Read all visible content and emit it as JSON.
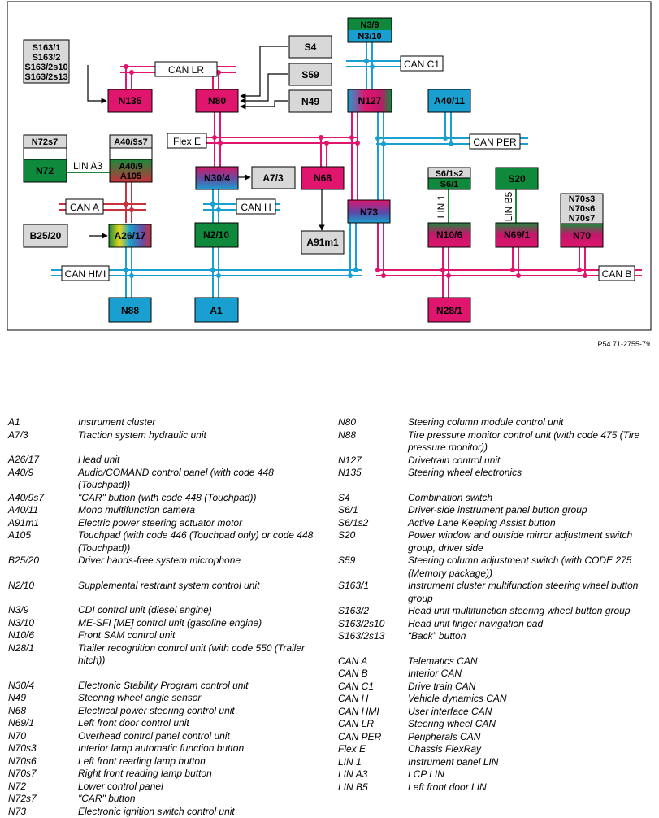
{
  "figure_ref": "P54.71-2755-79",
  "colors": {
    "can_cyan": "#1aa0d0",
    "can_magenta": "#e0156e",
    "can_red": "#c8323c",
    "lin_green": "#1a8a3a",
    "box_gray": "#d8d8d8",
    "box_magenta": "#e0156e",
    "box_cyan": "#1aa0d0",
    "box_green": "#0f8a3c"
  },
  "nodes": {
    "N3_9": "N3/9",
    "N3_10": "N3/10",
    "S163_1": "S163/1",
    "S163_2": "S163/2",
    "S163_2s10": "S163/2s10",
    "S163_2s13": "S163/2s13",
    "S4": "S4",
    "S59": "S59",
    "N49": "N49",
    "N135": "N135",
    "N80": "N80",
    "N127": "N127",
    "A40_11": "A40/11",
    "N72s7": "N72s7",
    "N72": "N72",
    "A40_9s7": "A40/9s7",
    "A40_9": "A40/9",
    "A105": "A105",
    "N30_4": "N30/4",
    "A7_3": "A7/3",
    "N68": "N68",
    "S6_1s2": "S6/1s2",
    "S6_1": "S6/1",
    "S20": "S20",
    "N73": "N73",
    "N70s3": "N70s3",
    "N70s6": "N70s6",
    "N70s7": "N70s7",
    "B25_20": "B25/20",
    "A26_17": "A26/17",
    "N2_10": "N2/10",
    "A91m1": "A91m1",
    "N10_6": "N10/6",
    "N69_1": "N69/1",
    "N70": "N70",
    "N88": "N88",
    "A1": "A1",
    "N28_1": "N28/1"
  },
  "buses": {
    "can_lr": "CAN LR",
    "can_c1": "CAN C1",
    "flex_e": "Flex E",
    "can_per": "CAN PER",
    "can_a": "CAN A",
    "can_h": "CAN H",
    "can_hmi": "CAN HMI",
    "can_b": "CAN B",
    "lin_a3": "LIN A3",
    "lin_1": "LIN 1",
    "lin_b5": "LIN B5"
  },
  "legend_left": [
    {
      "code": "A1",
      "desc": "Instrument cluster"
    },
    {
      "code": "A7/3",
      "desc": "Traction system hydraulic unit"
    },
    {
      "code": "A26/17",
      "desc": "Head unit"
    },
    {
      "code": "A40/9",
      "desc": "Audio/COMAND control panel (with code 448 (Touchpad))"
    },
    {
      "code": "A40/9s7",
      "desc": "\"CAR\" button (with code 448 (Touchpad))"
    },
    {
      "code": "A40/11",
      "desc": "Mono multifunction camera"
    },
    {
      "code": "A91m1",
      "desc": "Electric power steering actuator motor"
    },
    {
      "code": "A105",
      "desc": "Touchpad (with code 446 (Touchpad only) or code 448 (Touchpad))"
    },
    {
      "code": "B25/20",
      "desc": "Driver hands-free system microphone"
    },
    {
      "code": "N2/10",
      "desc": "Supplemental restraint system control unit"
    },
    {
      "code": "N3/9",
      "desc": "CDI control unit (diesel engine)"
    },
    {
      "code": "N3/10",
      "desc": "ME-SFI [ME] control unit (gasoline engine)"
    },
    {
      "code": "N10/6",
      "desc": "Front SAM control unit"
    },
    {
      "code": "N28/1",
      "desc": "Trailer recognition control unit (with code 550 (Trailer hitch))"
    },
    {
      "code": "N30/4",
      "desc": "Electronic Stability Program control unit"
    },
    {
      "code": "N49",
      "desc": "Steering wheel angle sensor"
    },
    {
      "code": "N68",
      "desc": "Electrical power steering control unit"
    },
    {
      "code": "N69/1",
      "desc": "Left front door control unit"
    },
    {
      "code": "N70",
      "desc": "Overhead control panel control unit"
    },
    {
      "code": "N70s3",
      "desc": "Interior lamp automatic function button"
    },
    {
      "code": "N70s6",
      "desc": "Left front reading lamp button"
    },
    {
      "code": "N70s7",
      "desc": "Right front reading lamp button"
    },
    {
      "code": "N72",
      "desc": "Lower control panel"
    },
    {
      "code": "N72s7",
      "desc": "\"CAR\" button"
    },
    {
      "code": "N73",
      "desc": "Electronic ignition switch control unit"
    }
  ],
  "legend_right": [
    {
      "code": "N80",
      "desc": "Steering column module control unit"
    },
    {
      "code": "N88",
      "desc": "Tire pressure monitor control unit (with code 475 (Tire pressure monitor))"
    },
    {
      "code": "N127",
      "desc": "Drivetrain control unit"
    },
    {
      "code": "N135",
      "desc": "Steering wheel electronics"
    },
    {
      "code": "S4",
      "desc": "Combination switch"
    },
    {
      "code": "S6/1",
      "desc": "Driver-side instrument panel button group"
    },
    {
      "code": "S6/1s2",
      "desc": "Active Lane Keeping Assist button"
    },
    {
      "code": "S20",
      "desc": "Power window and outside mirror adjustment switch group, driver side"
    },
    {
      "code": "S59",
      "desc": "Steering column adjustment switch (with CODE 275 (Memory package))"
    },
    {
      "code": "S163/1",
      "desc": "Instrument cluster multifunction steering wheel button group"
    },
    {
      "code": "S163/2",
      "desc": "Head unit multifunction steering wheel button group"
    },
    {
      "code": "S163/2s10",
      "desc": "Head unit finger navigation pad"
    },
    {
      "code": "S163/2s13",
      "desc": "“Back” button"
    },
    {
      "code": "CAN A",
      "desc": "Telematics CAN"
    },
    {
      "code": "CAN B",
      "desc": "Interior CAN"
    },
    {
      "code": "CAN C1",
      "desc": "Drive train CAN"
    },
    {
      "code": "CAN H",
      "desc": "Vehicle dynamics CAN"
    },
    {
      "code": "CAN HMI",
      "desc": "User interface CAN"
    },
    {
      "code": "CAN LR",
      "desc": "Steering wheel CAN"
    },
    {
      "code": "CAN PER",
      "desc": "Peripherals CAN"
    },
    {
      "code": "Flex E",
      "desc": "Chassis FlexRay"
    },
    {
      "code": "LIN 1",
      "desc": "Instrument panel LIN"
    },
    {
      "code": "LIN A3",
      "desc": "LCP LIN"
    },
    {
      "code": "LIN B5",
      "desc": "Left front door LIN"
    }
  ]
}
